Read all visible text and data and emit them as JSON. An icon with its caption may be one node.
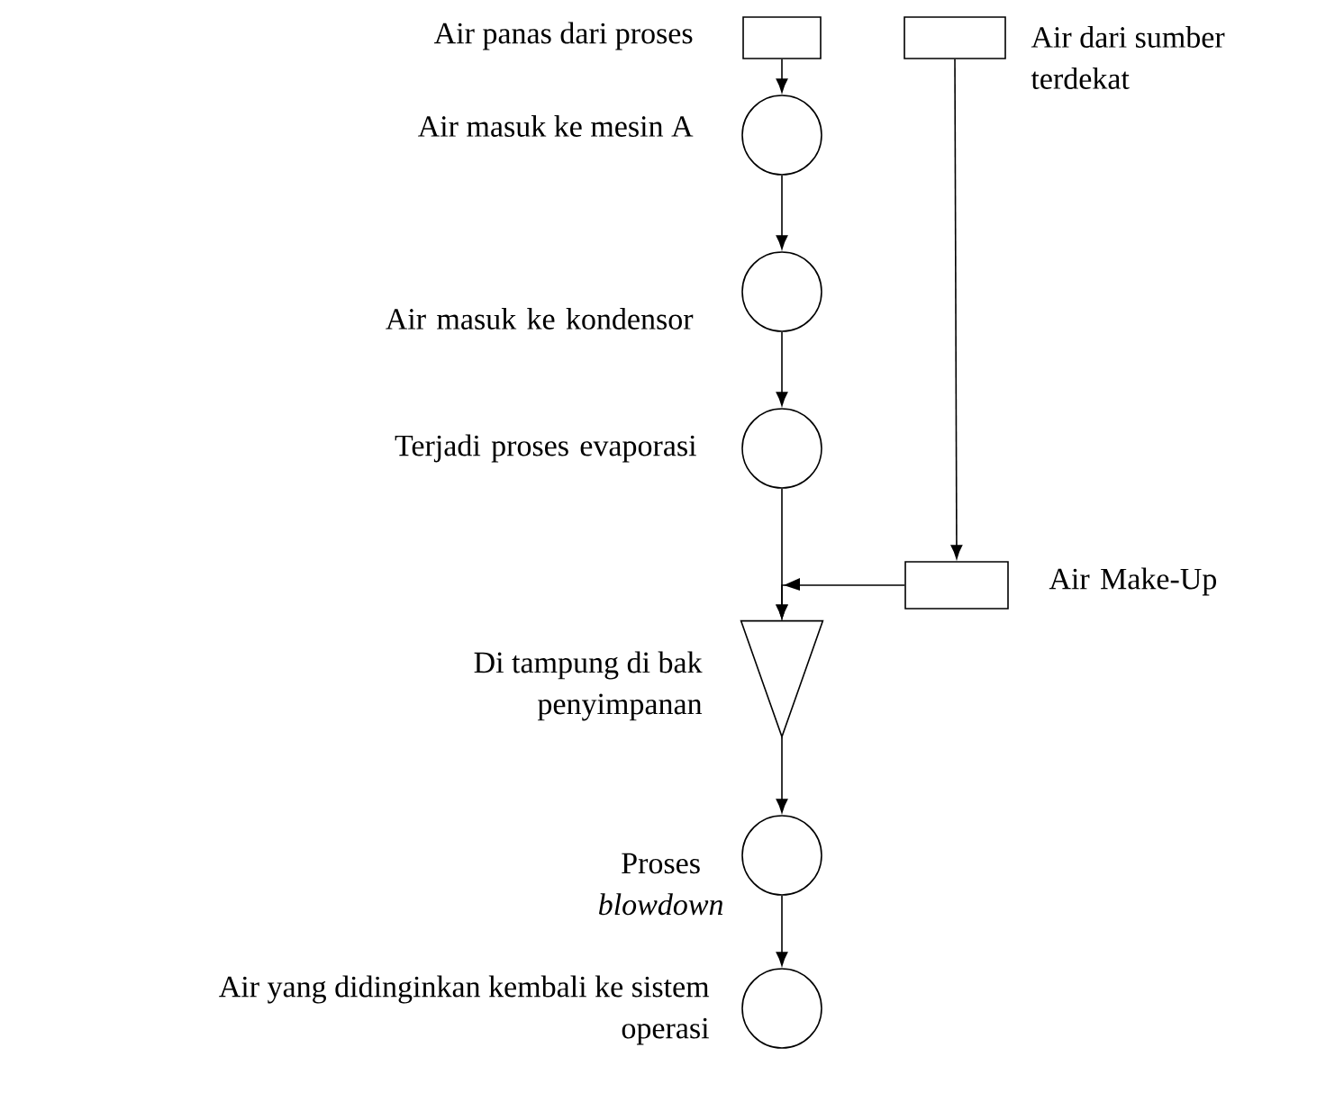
{
  "diagram": {
    "nodes": [
      {
        "text": [],
        "shape": "box",
        "beside": [
          "Air panas dari proses"
        ]
      },
      {
        "text": [],
        "shape": "box",
        "beside": [
          "Air dari sumber terdekat"
        ]
      },
      {
        "text": [],
        "shape": "circle",
        "beside": [
          "Air masuk ke mesin A"
        ]
      },
      {
        "text": [],
        "shape": "circle",
        "beside": [
          "Air masuk ke kondensor"
        ]
      },
      {
        "text": [],
        "shape": "circle",
        "beside": [
          "Terjadi proses evaporasi"
        ]
      },
      {
        "text": [],
        "shape": "box",
        "beside": [
          "Air Make-Up"
        ]
      },
      {
        "text": [],
        "shape": "triangle",
        "beside": [
          "Di tampung di bak penyimpanan"
        ]
      },
      {
        "text": [],
        "shape": "circle",
        "beside": [
          "Proses *blowdown*"
        ]
      },
      {
        "text": [],
        "shape": "circle",
        "beside": [
          "Air yang didinginkan kembali ke sistem operasi"
        ]
      }
    ],
    "edges": [
      {
        "from": 0,
        "to": 2,
        "arrow": "to"
      },
      {
        "from": 2,
        "to": 3,
        "arrow": "to"
      },
      {
        "from": 3,
        "to": 4,
        "arrow": "to"
      },
      {
        "from": 4,
        "to": 6,
        "arrow": "to"
      },
      {
        "from": 1,
        "to": 5,
        "arrow": "to"
      },
      {
        "from": 5,
        "to": 6,
        "arrow": "to"
      },
      {
        "from": 6,
        "to": 7,
        "arrow": "to"
      },
      {
        "from": 7,
        "to": 8,
        "arrow": "to"
      }
    ]
  }
}
